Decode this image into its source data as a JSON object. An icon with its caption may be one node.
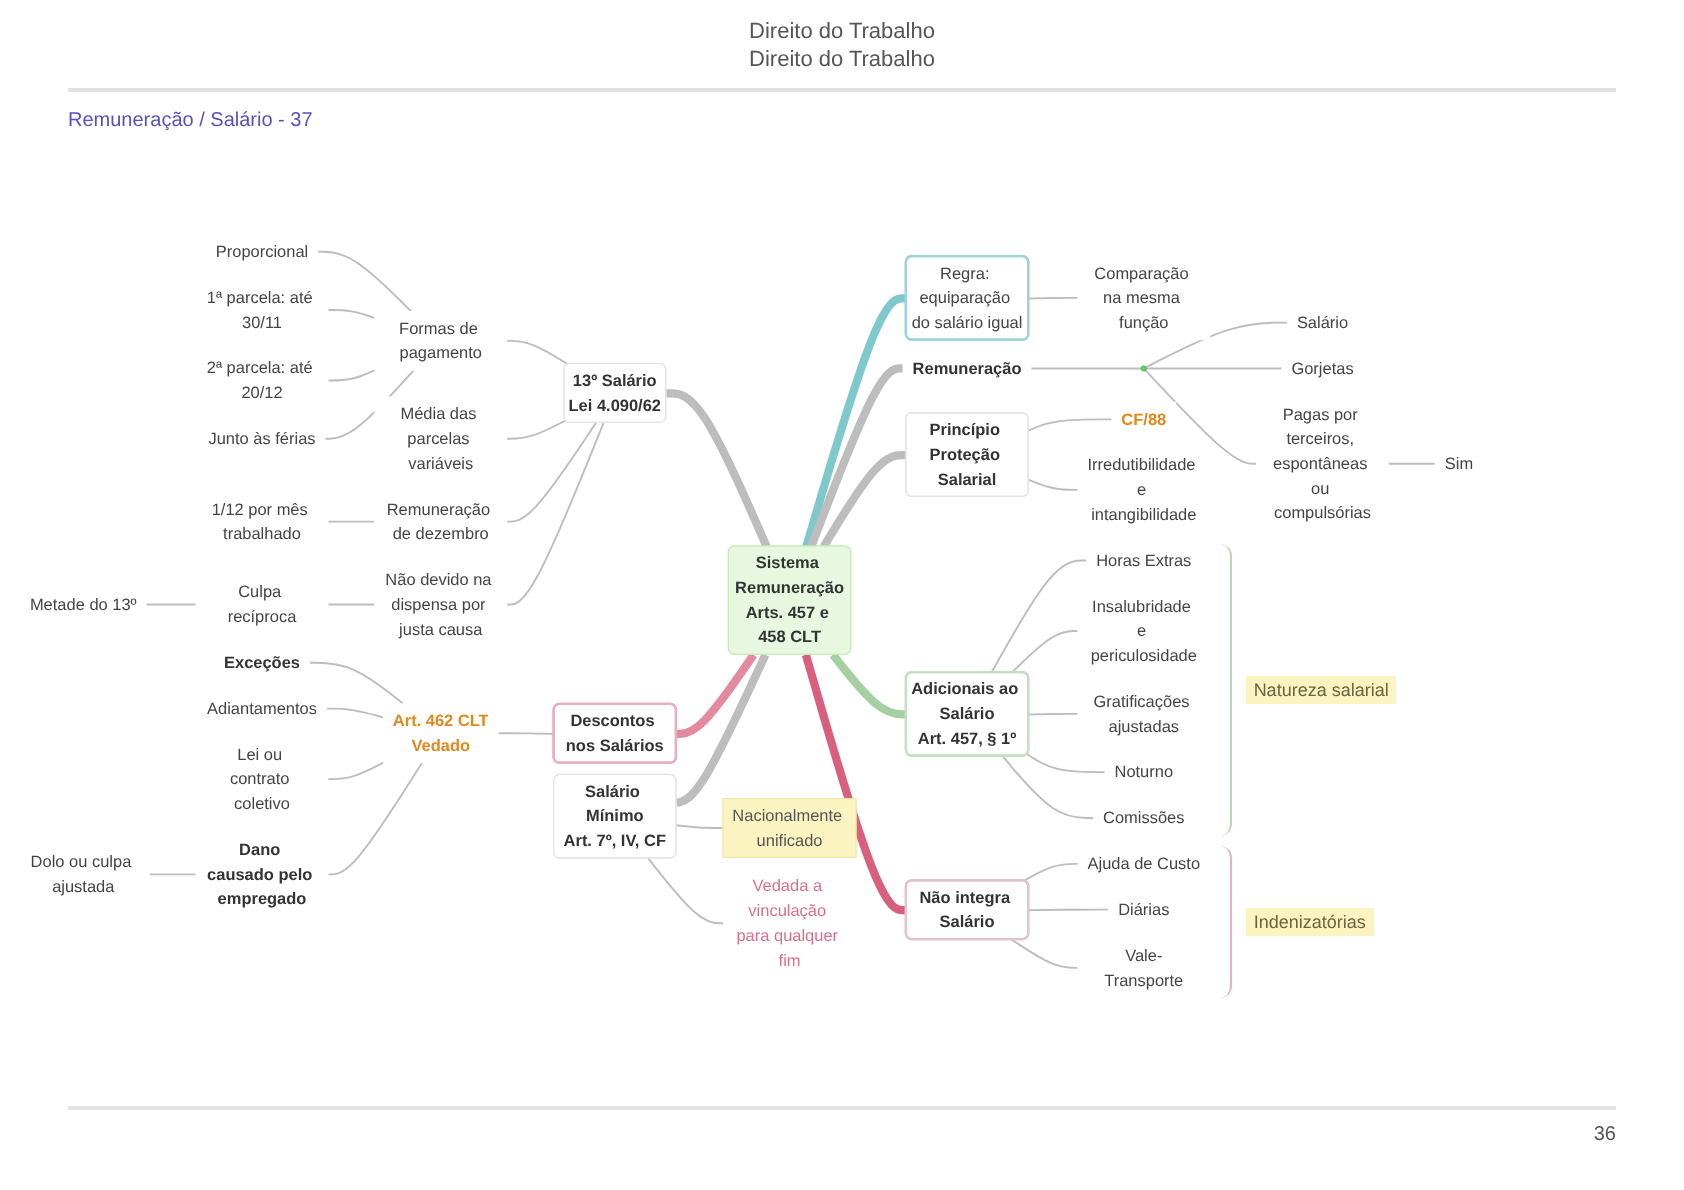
{
  "diagram": {
    "title": "Remuneração / Salário - 37",
    "nodes": [
      {
        "text": [
          "Sistema Remuneração",
          "Arts. 457 e 458 CLT"
        ]
      },
      {
        "text": [
          "Regra: equiparação do salário igual"
        ]
      },
      {
        "text": [
          "Comparação na mesma função"
        ]
      },
      {
        "text": [
          "Remuneração"
        ]
      },
      {
        "text": [],
        "shape": "circle"
      },
      {
        "text": [
          "Salário"
        ]
      },
      {
        "text": [
          "Gorjetas"
        ]
      },
      {
        "text": [
          "Pagas por terceiros, espontâneas ou compulsórias"
        ]
      },
      {
        "text": [
          "Sim"
        ]
      },
      {
        "text": [
          "Princípio Proteção Salarial"
        ]
      },
      {
        "text": [
          "CF/88"
        ]
      },
      {
        "text": [
          "Irredutibilidade e intangibilidade"
        ]
      },
      {
        "text": [
          "Adicionais ao Salário",
          "Art. 457, § 1º"
        ]
      },
      {
        "text": [
          "Horas Extras"
        ]
      },
      {
        "text": [
          "Insalubridade e periculosidade"
        ]
      },
      {
        "text": [
          "Gratificações ajustadas"
        ]
      },
      {
        "text": [
          "Noturno"
        ]
      },
      {
        "text": [
          "Comissões"
        ]
      },
      {
        "text": [
          "Não integra Salário"
        ]
      },
      {
        "text": [
          "Ajuda de Custo"
        ]
      },
      {
        "text": [
          "Diárias"
        ]
      },
      {
        "text": [
          "Vale-Transporte"
        ]
      },
      {
        "text": [
          "13º Salário",
          "Lei 4.090/62"
        ]
      },
      {
        "text": [
          "Formas de pagamento"
        ]
      },
      {
        "text": [
          "Proporcional"
        ]
      },
      {
        "text": [
          "1ª parcela: até 30/11"
        ]
      },
      {
        "text": [
          "2ª parcela: até 20/12"
        ]
      },
      {
        "text": [
          "Junto às férias"
        ]
      },
      {
        "text": [
          "Média das parcelas variáveis"
        ]
      },
      {
        "text": [
          "Remuneração de dezembro"
        ]
      },
      {
        "text": [
          "1/12 por mês trabalhado"
        ]
      },
      {
        "text": [
          "Não devido na dispensa por justa causa"
        ]
      },
      {
        "text": [
          "Culpa recíproca"
        ]
      },
      {
        "text": [
          "Metade do 13º"
        ]
      },
      {
        "text": [
          "Descontos nos Salários"
        ]
      },
      {
        "text": [
          "Art. 462 CLT",
          "Vedado"
        ]
      },
      {
        "text": [
          "Exceções"
        ]
      },
      {
        "text": [
          "Adiantamentos"
        ]
      },
      {
        "text": [
          "Lei ou contrato coletivo"
        ]
      },
      {
        "text": [
          "Dano causado pelo empregado"
        ]
      },
      {
        "text": [
          "Dolo ou culpa ajustada"
        ]
      },
      {
        "text": [
          "Salário Mínimo",
          "Art. 7º, IV, CF"
        ]
      },
      {
        "text": [
          "Nacionalmente unificado"
        ]
      },
      {
        "text": [
          "Vedada a vinculação para qualquer fim"
        ]
      }
    ],
    "edges": [
      {
        "from": 0,
        "to": 1,
        "arrow": "none",
        "style": "thick",
        "color": "#7fc8cb"
      },
      {
        "from": 1,
        "to": 2,
        "arrow": "none"
      },
      {
        "from": 0,
        "to": 3,
        "arrow": "none",
        "style": "thick"
      },
      {
        "from": 3,
        "to": 4,
        "arrow": "none"
      },
      {
        "from": 4,
        "to": 5,
        "arrow": "none"
      },
      {
        "from": 4,
        "to": 6,
        "arrow": "none"
      },
      {
        "from": 4,
        "to": 7,
        "arrow": "none"
      },
      {
        "from": 7,
        "to": 8,
        "arrow": "none"
      },
      {
        "from": 0,
        "to": 9,
        "arrow": "none",
        "style": "thick"
      },
      {
        "from": 9,
        "to": 10,
        "arrow": "none"
      },
      {
        "from": 9,
        "to": 11,
        "arrow": "none"
      },
      {
        "from": 0,
        "to": 12,
        "arrow": "none",
        "style": "thick",
        "color": "#a6d0a2"
      },
      {
        "from": 12,
        "to": 13,
        "arrow": "none"
      },
      {
        "from": 12,
        "to": 14,
        "arrow": "none"
      },
      {
        "from": 12,
        "to": 15,
        "arrow": "none"
      },
      {
        "from": 12,
        "to": 16,
        "arrow": "none"
      },
      {
        "from": 12,
        "to": 17,
        "arrow": "none"
      },
      {
        "from": 0,
        "to": 18,
        "arrow": "none",
        "style": "thick",
        "color": "#d8607e"
      },
      {
        "from": 18,
        "to": 19,
        "arrow": "none"
      },
      {
        "from": 18,
        "to": 20,
        "arrow": "none"
      },
      {
        "from": 18,
        "to": 21,
        "arrow": "none"
      },
      {
        "from": 22,
        "to": 0,
        "arrow": "none",
        "style": "thick"
      },
      {
        "from": 23,
        "to": 22,
        "arrow": "none"
      },
      {
        "from": 24,
        "to": 23,
        "arrow": "none"
      },
      {
        "from": 25,
        "to": 23,
        "arrow": "none"
      },
      {
        "from": 26,
        "to": 23,
        "arrow": "none"
      },
      {
        "from": 27,
        "to": 23,
        "arrow": "none"
      },
      {
        "from": 28,
        "to": 22,
        "arrow": "none"
      },
      {
        "from": 29,
        "to": 22,
        "arrow": "none"
      },
      {
        "from": 30,
        "to": 29,
        "arrow": "none"
      },
      {
        "from": 31,
        "to": 22,
        "arrow": "none"
      },
      {
        "from": 32,
        "to": 31,
        "arrow": "none"
      },
      {
        "from": 33,
        "to": 32,
        "arrow": "none"
      },
      {
        "from": 34,
        "to": 0,
        "arrow": "none",
        "style": "thick",
        "color": "#e48aa0"
      },
      {
        "from": 35,
        "to": 34,
        "arrow": "none"
      },
      {
        "from": 36,
        "to": 35,
        "arrow": "none"
      },
      {
        "from": 37,
        "to": 35,
        "arrow": "none"
      },
      {
        "from": 38,
        "to": 35,
        "arrow": "none"
      },
      {
        "from": 39,
        "to": 35,
        "arrow": "none"
      },
      {
        "from": 40,
        "to": 39,
        "arrow": "none"
      },
      {
        "from": 41,
        "to": 0,
        "arrow": "none",
        "style": "thick"
      },
      {
        "from": 41,
        "to": 42,
        "arrow": "none"
      },
      {
        "from": 41,
        "to": 43,
        "arrow": "none"
      }
    ],
    "labels": [
      "Direito do Trabalho",
      "Direito do Trabalho",
      "Natureza salarial",
      "Indenizatórias",
      "36"
    ]
  }
}
